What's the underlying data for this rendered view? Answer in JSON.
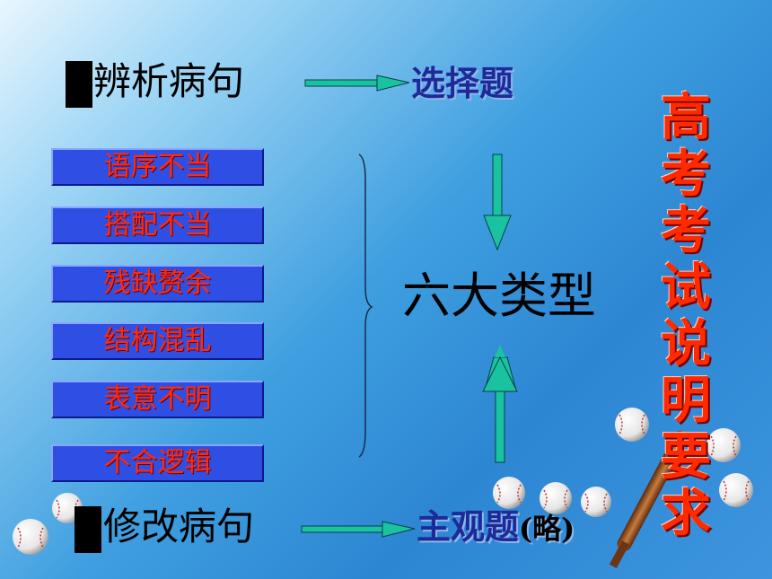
{
  "top_row": {
    "label": "辨析病句",
    "target": "选择题"
  },
  "bottom_row": {
    "label": "修改病句",
    "target": "主观题",
    "target_note": "(略)"
  },
  "categories": [
    "语序不当",
    "搭配不当",
    "残缺赘余",
    "结构混乱",
    "表意不明",
    "不合逻辑"
  ],
  "center_label": "六大类型",
  "side_title": [
    "高",
    "考",
    "考",
    "试",
    "说",
    "明",
    "要",
    "求"
  ],
  "colors": {
    "category_bg": "#2f4fe4",
    "category_text": "#ff2a10",
    "arrow": "#19c3a0",
    "side_title": "#ff2a00",
    "answer_text": "#1e2a9a"
  }
}
